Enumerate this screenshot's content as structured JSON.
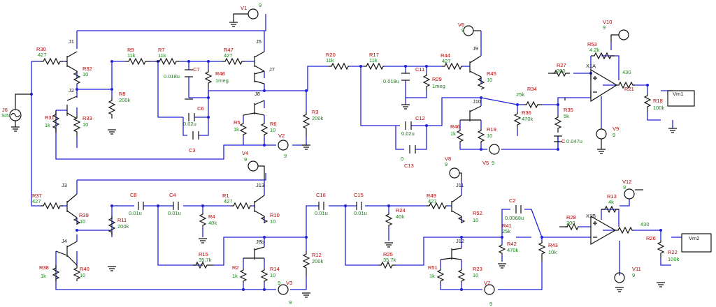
{
  "sources": {
    "J6": {
      "ref": "J6",
      "val": "SIN"
    },
    "V1": {
      "ref": "V1",
      "val": "9"
    },
    "V2": {
      "ref": "V2",
      "val": "9"
    },
    "V3": {
      "ref": "V3",
      "val": "9"
    },
    "V4": {
      "ref": "V4",
      "val": "9"
    },
    "V5": {
      "ref": "V5",
      "val": "9"
    },
    "V6": {
      "ref": "V6",
      "val": "9"
    },
    "V7": {
      "ref": "V7",
      "val": "9"
    },
    "V8": {
      "ref": "V8",
      "val": "9"
    },
    "V9": {
      "ref": "V9",
      "val": "9"
    },
    "V10": {
      "ref": "V10",
      "val": "9"
    },
    "V11": {
      "ref": "V11",
      "val": "9"
    },
    "V12": {
      "ref": "V12",
      "val": "9"
    }
  },
  "resistors": {
    "R30": {
      "ref": "R30",
      "val": "427"
    },
    "R32": {
      "ref": "R32",
      "val": "10"
    },
    "R31": {
      "ref": "R31",
      "val": "1k"
    },
    "R33": {
      "ref": "R33",
      "val": "10"
    },
    "R8": {
      "ref": "R8",
      "val": "200k"
    },
    "R9": {
      "ref": "R9",
      "val": "11k"
    },
    "R7": {
      "ref": "R7",
      "val": "11k"
    },
    "R48": {
      "ref": "R48",
      "val": "1meg"
    },
    "R47": {
      "ref": "R47",
      "val": "427"
    },
    "R5": {
      "ref": "R5",
      "val": "1k"
    },
    "R6": {
      "ref": "R6",
      "val": "10"
    },
    "R3": {
      "ref": "R3",
      "val": "200k"
    },
    "R20": {
      "ref": "R20",
      "val": "11k"
    },
    "R17": {
      "ref": "R17",
      "val": "11k"
    },
    "R29": {
      "ref": "R29",
      "val": "1meg"
    },
    "R44": {
      "ref": "R44",
      "val": "427"
    },
    "R45": {
      "ref": "R45",
      "val": "10"
    },
    "R46": {
      "ref": "R46",
      "val": "1k"
    },
    "R19": {
      "ref": "R19",
      "val": "10"
    },
    "R34": {
      "ref": "R34",
      "val": "25k"
    },
    "R36": {
      "ref": "R36",
      "val": "470k"
    },
    "R35": {
      "ref": "R35",
      "val": "5k"
    },
    "R27": {
      "ref": "R27",
      "val": "200"
    },
    "R53": {
      "ref": "R53",
      "val": "4.2k"
    },
    "R21": {
      "ref": "R21",
      "val": "430"
    },
    "R18": {
      "ref": "R18",
      "val": "100k"
    },
    "R37": {
      "ref": "R37",
      "val": "427"
    },
    "R39": {
      "ref": "R39",
      "val": "10"
    },
    "R11": {
      "ref": "R11",
      "val": "200k"
    },
    "R38": {
      "ref": "R38",
      "val": "1k"
    },
    "R40": {
      "ref": "R40",
      "val": "10"
    },
    "R4": {
      "ref": "R4",
      "val": "40k"
    },
    "R1": {
      "ref": "R1",
      "val": "427"
    },
    "R10": {
      "ref": "R10",
      "val": "10"
    },
    "R15": {
      "ref": "R15",
      "val": "35.7k"
    },
    "R2": {
      "ref": "R2",
      "val": "1k"
    },
    "R14": {
      "ref": "R14",
      "val": "10"
    },
    "R12": {
      "ref": "R12",
      "val": "200k"
    },
    "R24": {
      "ref": "R24",
      "val": "40k"
    },
    "R25": {
      "ref": "R25",
      "val": "35.7k"
    },
    "R49": {
      "ref": "R49",
      "val": "427"
    },
    "R52": {
      "ref": "R52",
      "val": "10"
    },
    "R41": {
      "ref": "R41",
      "val": "25k"
    },
    "R42": {
      "ref": "R42",
      "val": "470k"
    },
    "R43": {
      "ref": "R43",
      "val": "10k"
    },
    "R51": {
      "ref": "R51",
      "val": "1k"
    },
    "R23": {
      "ref": "R23",
      "val": "10"
    },
    "R28": {
      "ref": "R28",
      "val": "200"
    },
    "R13": {
      "ref": "R13",
      "val": "4k"
    },
    "R26": {
      "ref": "R26",
      "val": "430"
    },
    "R22": {
      "ref": "R22",
      "val": "100k"
    }
  },
  "capacitors": {
    "C7": {
      "ref": "C7",
      "val": "0.018u"
    },
    "C6": {
      "ref": "C6",
      "val": "0.02u"
    },
    "C3": {
      "ref": "C3",
      "val": ""
    },
    "C11": {
      "ref": "C11",
      "val": "0.018u"
    },
    "C12": {
      "ref": "C12",
      "val": "0.02u"
    },
    "C13": {
      "ref": "C13",
      "val": "0"
    },
    "C1": {
      "ref": "C",
      "val": "0.047u"
    },
    "C8": {
      "ref": "C8",
      "val": "0.01u"
    },
    "C4": {
      "ref": "C4",
      "val": "0.01u"
    },
    "C16": {
      "ref": "C16",
      "val": "0.01u"
    },
    "C15": {
      "ref": "C15",
      "val": "0.01u"
    },
    "C2": {
      "ref": "C2",
      "val": "0.0068u"
    }
  },
  "transistors": {
    "J1": "J1",
    "J2": "J2",
    "J3": "J3",
    "J4": "J4",
    "J5": "J5",
    "J7": "J7",
    "J8": "J8",
    "J9": "J9",
    "J10": "J10",
    "J11": "J11",
    "J12": "J12",
    "J13": "J13",
    "J8b": "J8b"
  },
  "opamps": {
    "X1A": "X1A",
    "X1B": "X1B"
  },
  "meters": {
    "Vm1": "Vm1",
    "Vm2": "Vm2"
  }
}
